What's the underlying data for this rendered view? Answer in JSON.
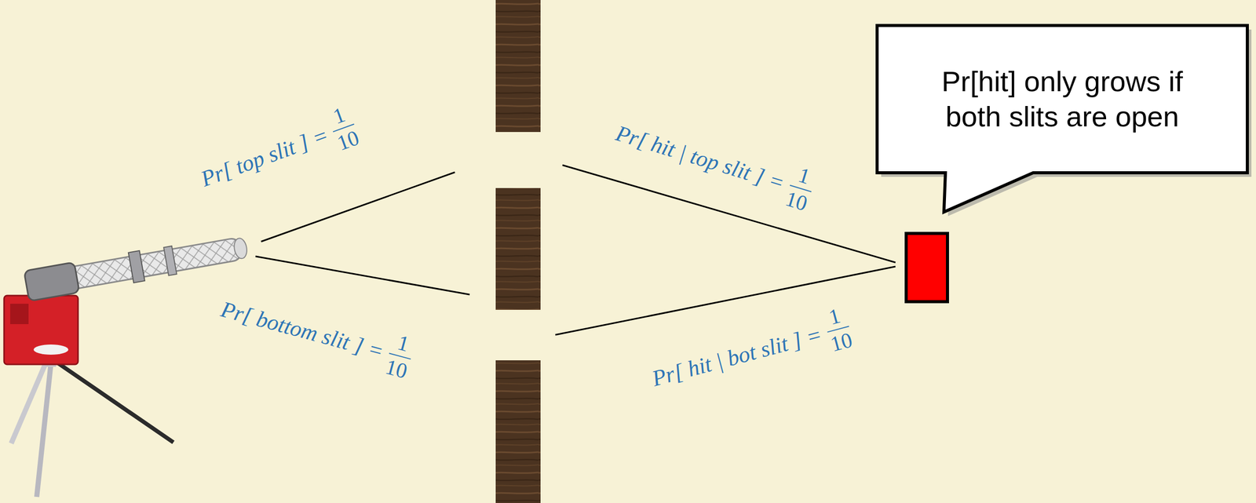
{
  "diagram": {
    "nodes": [
      {
        "text": [
          "Pr[hit] only grows if both slits are open"
        ]
      }
    ],
    "labels": [
      "Pr[ top slit ] =",
      "1",
      "10",
      "Pr[ hit | top slit ] =",
      "1",
      "10",
      "Pr[ bottom slit ] =",
      "1",
      "10",
      "Pr[ hit | bot slit ] =",
      "1",
      "10"
    ]
  }
}
